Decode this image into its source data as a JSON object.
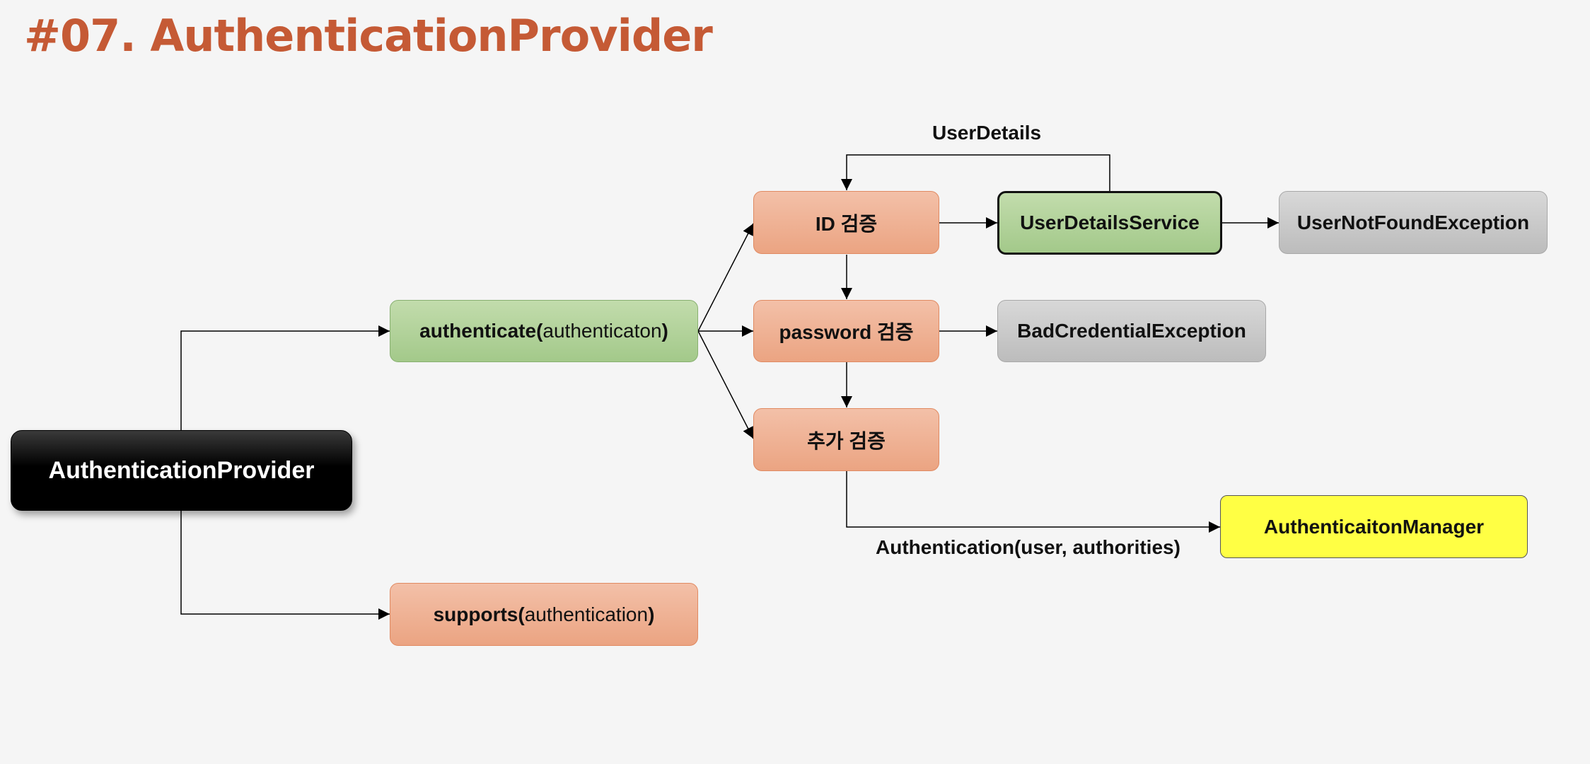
{
  "title": "#07. AuthenticationProvider",
  "nodes": {
    "provider": "AuthenticationProvider",
    "authenticate": {
      "bold_start": "authenticate(",
      "arg": "authenticaton",
      "bold_end": ")"
    },
    "supports": {
      "bold_start": "supports(",
      "arg": "authentication",
      "bold_end": ")"
    },
    "id_check": "ID 검증",
    "password_check": "password 검증",
    "extra_check": "추가 검증",
    "user_details_service": "UserDetailsService",
    "user_not_found": "UserNotFoundException",
    "bad_credential": "BadCredentialException",
    "manager": "AuthenticaitonManager"
  },
  "labels": {
    "user_details": "UserDetails",
    "authentication_result": "Authentication(user, authorities)"
  },
  "colors": {
    "title": "#c55a35",
    "salmon": "#eba482",
    "green": "#a3c98a",
    "gray": "#bcbcbc",
    "yellow": "#ffff44",
    "black": "#000000"
  }
}
